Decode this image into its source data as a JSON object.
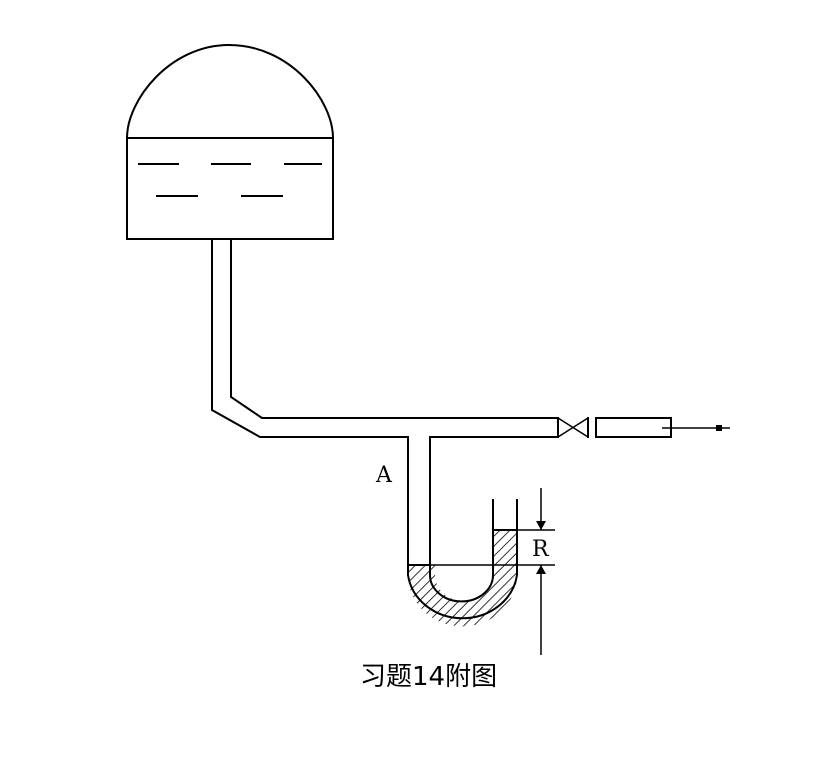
{
  "labels": {
    "point_a": "A",
    "reading_r": "R"
  },
  "caption": "习题14附图"
}
